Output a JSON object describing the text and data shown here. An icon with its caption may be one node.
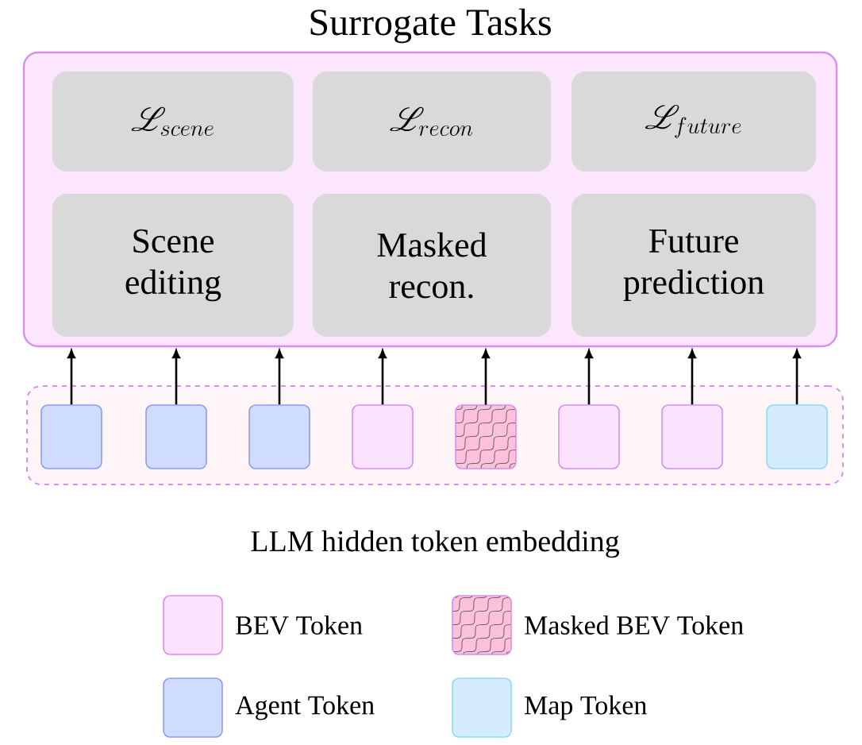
{
  "diagram": {
    "nodes": [
      {
        "text": [
          "Surrogate Tasks"
        ]
      },
      {
        "text": [
          "\\mathscr{L}_{scene}"
        ],
        "in": 0
      },
      {
        "text": [
          "\\mathscr{L}_{recon}"
        ],
        "in": 0
      },
      {
        "text": [
          "\\mathscr{L}_{future}"
        ],
        "in": 0
      },
      {
        "text": [
          "Scene editing"
        ],
        "in": 0
      },
      {
        "text": [
          "Masked recon."
        ],
        "in": 0
      },
      {
        "text": [
          "Future prediction"
        ],
        "in": 0
      },
      {
        "text": [],
        "shape": "box",
        "beside": [
          "LLM hidden token embedding"
        ]
      },
      {
        "text": [],
        "shape": "box",
        "in": 7
      },
      {
        "text": [],
        "shape": "box",
        "in": 7
      },
      {
        "text": [],
        "shape": "box",
        "in": 7
      },
      {
        "text": [],
        "shape": "box",
        "in": 7
      },
      {
        "text": [],
        "shape": "box",
        "in": 7
      },
      {
        "text": [],
        "shape": "box",
        "in": 7
      },
      {
        "text": [],
        "shape": "box",
        "in": 7
      },
      {
        "text": [],
        "shape": "box",
        "in": 7
      }
    ],
    "edges": [
      {
        "from": 8,
        "to": 0,
        "arrow": "to"
      },
      {
        "from": 9,
        "to": 0,
        "arrow": "to"
      },
      {
        "from": 10,
        "to": 0,
        "arrow": "to"
      },
      {
        "from": 11,
        "to": 0,
        "arrow": "to"
      },
      {
        "from": 12,
        "to": 0,
        "arrow": "to"
      },
      {
        "from": 13,
        "to": 0,
        "arrow": "to"
      },
      {
        "from": 14,
        "to": 0,
        "arrow": "to"
      },
      {
        "from": 15,
        "to": 0,
        "arrow": "to"
      }
    ],
    "legend": [
      {
        "text": "BEV Token",
        "color": "#fbe3fd"
      },
      {
        "text": "Masked BEV Token"
      },
      {
        "text": "Agent Token",
        "color": "#cfdcfd"
      },
      {
        "text": "Map Token",
        "color": "#d4ecfd"
      }
    ]
  }
}
